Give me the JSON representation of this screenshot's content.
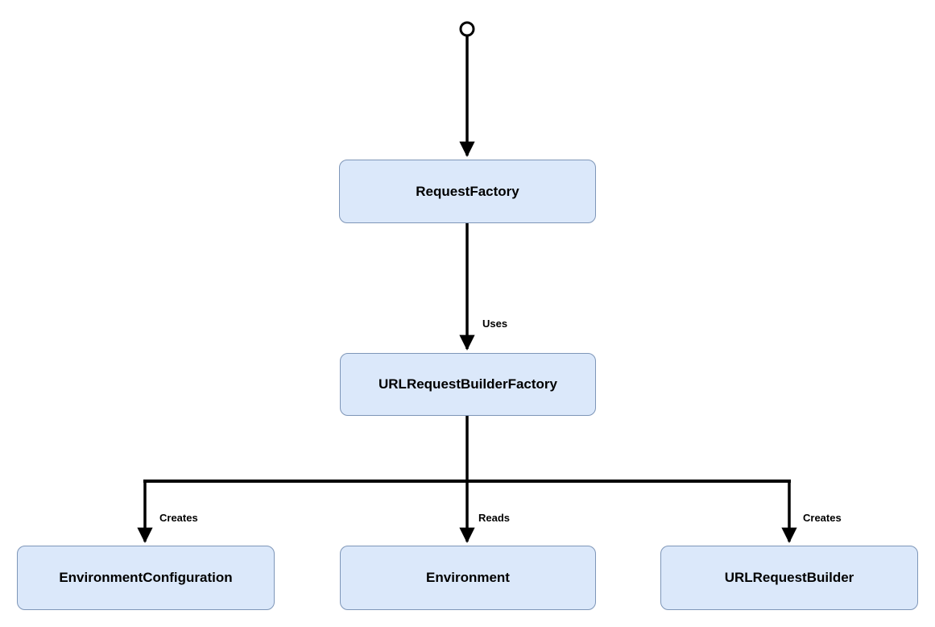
{
  "diagram": {
    "type": "flowchart",
    "background": "#ffffff",
    "colors": {
      "node_fill": "#dbe8fa",
      "node_border": "#7e96b8",
      "connector": "#000000",
      "label_text": "#000000"
    },
    "nodes": {
      "start": {
        "type": "start-circle"
      },
      "request_factory": {
        "label": "RequestFactory"
      },
      "url_request_builder_factory": {
        "label": "URLRequestBuilderFactory"
      },
      "environment_configuration": {
        "label": "EnvironmentConfiguration"
      },
      "environment": {
        "label": "Environment"
      },
      "url_request_builder": {
        "label": "URLRequestBuilder"
      }
    },
    "edges": [
      {
        "from": "start",
        "to": "request_factory",
        "label": ""
      },
      {
        "from": "request_factory",
        "to": "url_request_builder_factory",
        "label": "Uses"
      },
      {
        "from": "url_request_builder_factory",
        "to": "environment_configuration",
        "label": "Creates"
      },
      {
        "from": "url_request_builder_factory",
        "to": "environment",
        "label": "Reads"
      },
      {
        "from": "url_request_builder_factory",
        "to": "url_request_builder",
        "label": "Creates"
      }
    ]
  }
}
